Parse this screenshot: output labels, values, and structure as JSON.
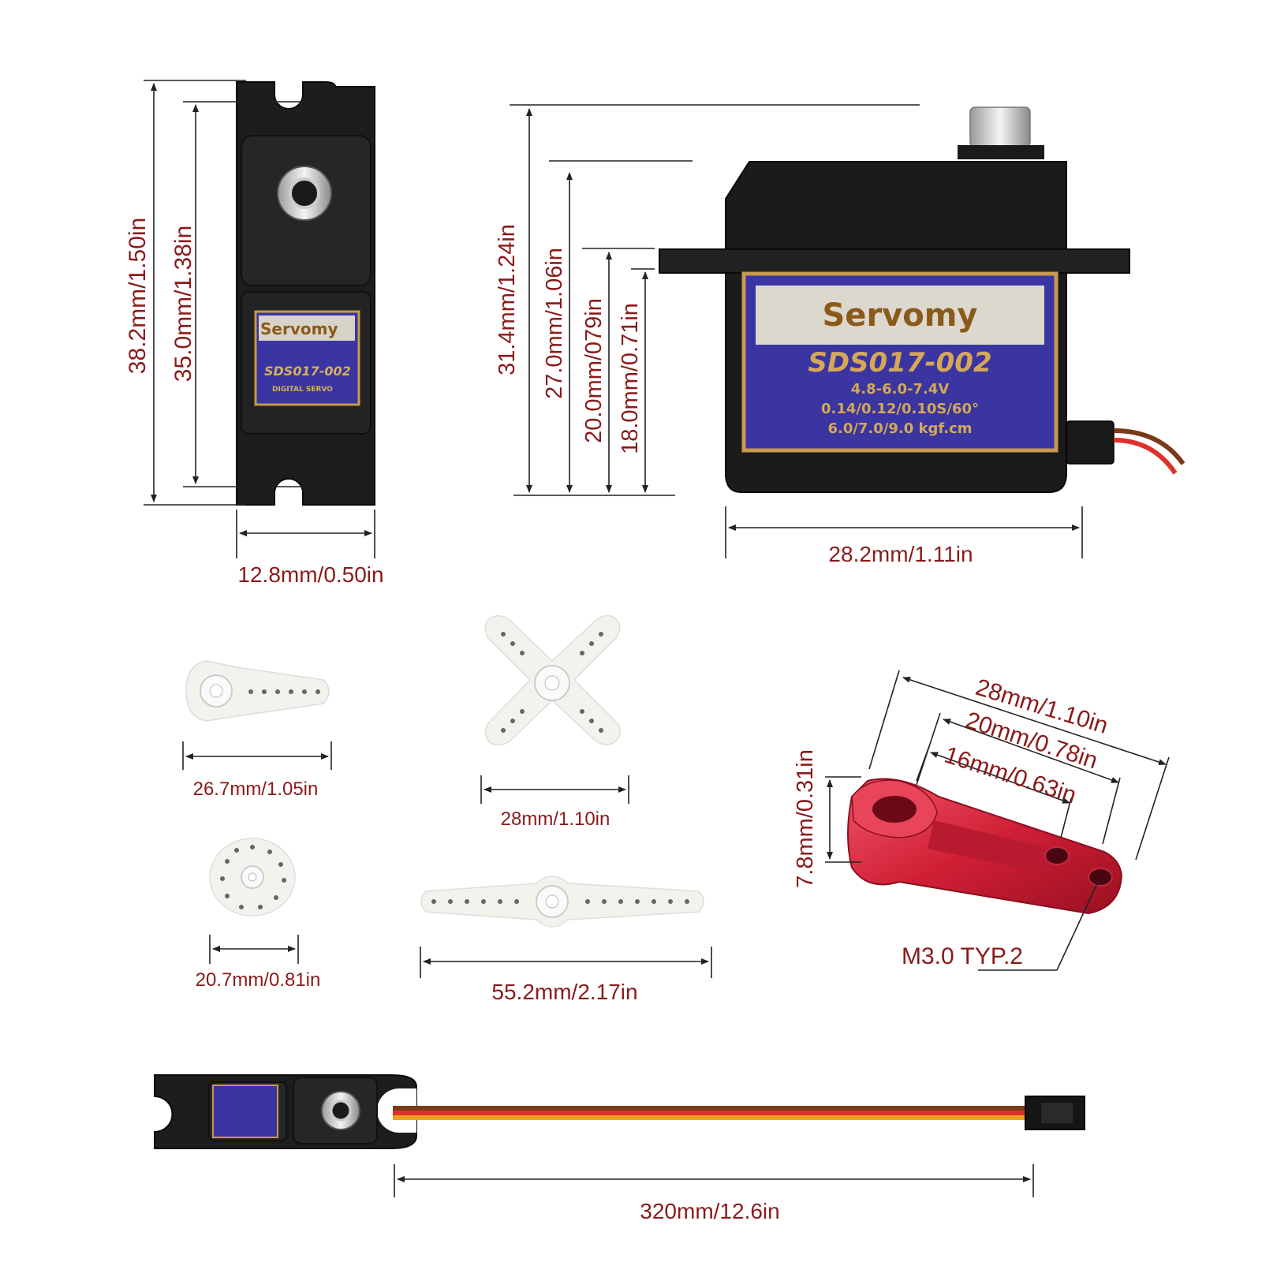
{
  "colors": {
    "dimension_text": "#8b1a1a",
    "servo_body": "#1b1b1b",
    "label_blue": "#3a35a0",
    "label_gold": "#c79a4e",
    "horn_white": "#f3f3ee",
    "aluminum_horn": "#d6243a",
    "wire_brown": "#7a3a1a",
    "wire_red": "#e0302a",
    "wire_orange": "#f0a020"
  },
  "servo_label": {
    "brand": "Servomy",
    "model": "SDS017-002",
    "voltage": "4.8-6.0-7.4V",
    "speed": "0.14/0.12/0.10S/60°",
    "torque": "6.0/7.0/9.0 kgf.cm",
    "small_model": "SDS017-002",
    "small_sub": "DIGITAL SERVO"
  },
  "top_view": {
    "height_outer": "38.2mm/1.50in",
    "height_holes": "35.0mm/1.38in",
    "width": "12.8mm/0.50in"
  },
  "side_view": {
    "total_height": "31.4mm/1.24in",
    "height_to_top": "27.0mm/1.06in",
    "flange_height": "20.0mm/079in",
    "body_height": "18.0mm/0.71in",
    "length": "28.2mm/1.11in"
  },
  "horns": {
    "single_arm": "26.7mm/1.05in",
    "cross": "28mm/1.10in",
    "disc": "20.7mm/0.81in",
    "double_arm": "55.2mm/2.17in"
  },
  "metal_horn": {
    "length_28": "28mm/1.10in",
    "length_20": "20mm/0.78in",
    "length_16": "16mm/0.63in",
    "thickness": "7.8mm/0.31in",
    "thread_note": "M3.0 TYP.2"
  },
  "cable": {
    "length": "320mm/12.6in"
  }
}
